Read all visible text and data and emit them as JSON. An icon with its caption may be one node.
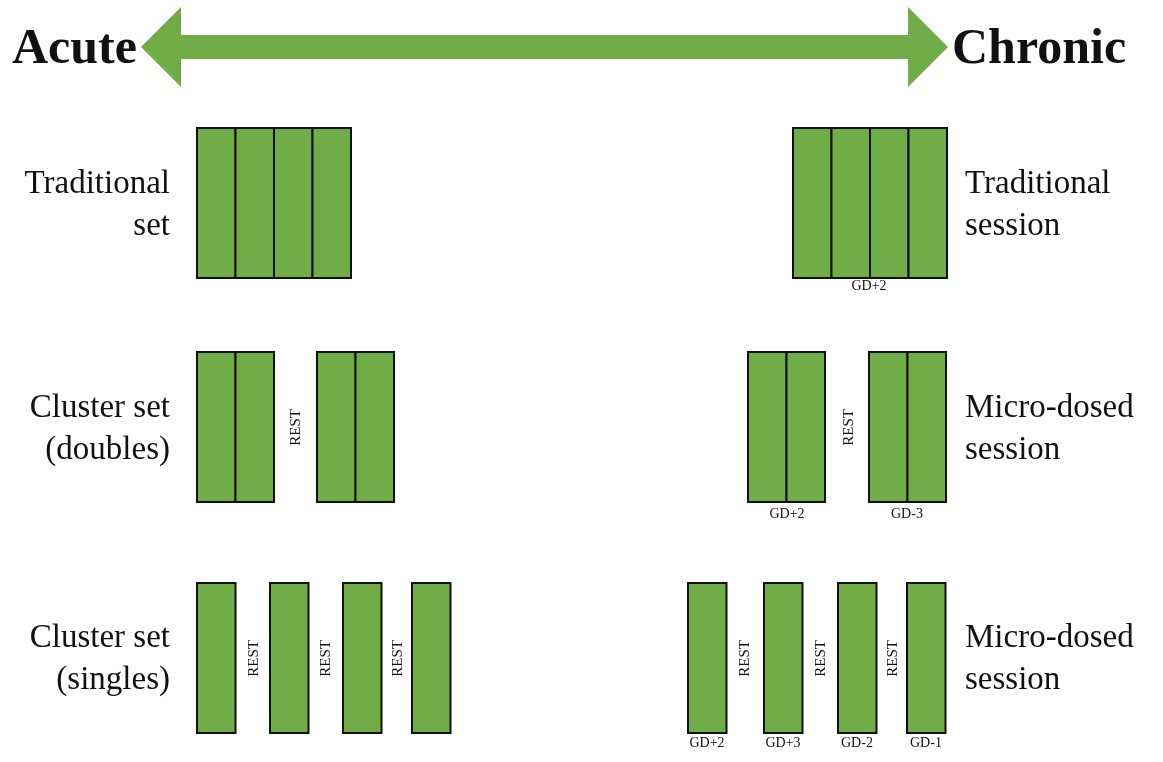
{
  "diagram": {
    "nodes": [
      {
        "text": [
          "Acute"
        ]
      },
      {
        "text": [
          "Chronic"
        ]
      }
    ],
    "edges": [
      {
        "from": 0,
        "to": 1,
        "arrow": "both"
      }
    ],
    "labels": [
      "Traditional set",
      "Traditional session",
      "GD+2",
      "Cluster set (doubles)",
      "REST",
      "REST",
      "Micro-dosed session",
      "GD+2",
      "GD-3",
      "Cluster set (singles)",
      "REST",
      "REST",
      "REST",
      "REST",
      "REST",
      "REST",
      "Micro-dosed session",
      "GD+2",
      "GD+3",
      "GD-2",
      "GD-1"
    ]
  }
}
